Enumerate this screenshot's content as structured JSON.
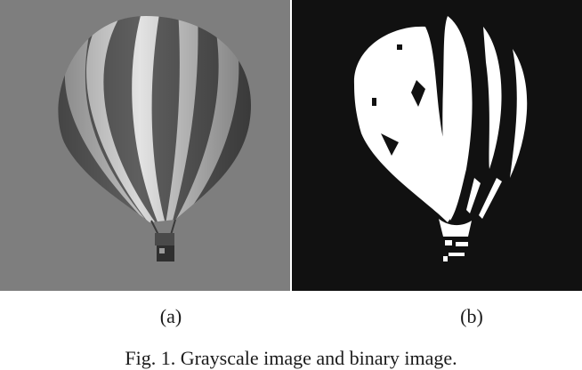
{
  "figure": {
    "panels": [
      {
        "label": "(a)",
        "image": "grayscale hot-air balloon photo"
      },
      {
        "label": "(b)",
        "image": "binary thresholded hot-air balloon image"
      }
    ],
    "caption": "Fig. 1. Grayscale image and binary image."
  },
  "colors": {
    "grayscale_background": "#7e7e7e",
    "binary_background": "#111111",
    "binary_foreground": "#ffffff"
  }
}
